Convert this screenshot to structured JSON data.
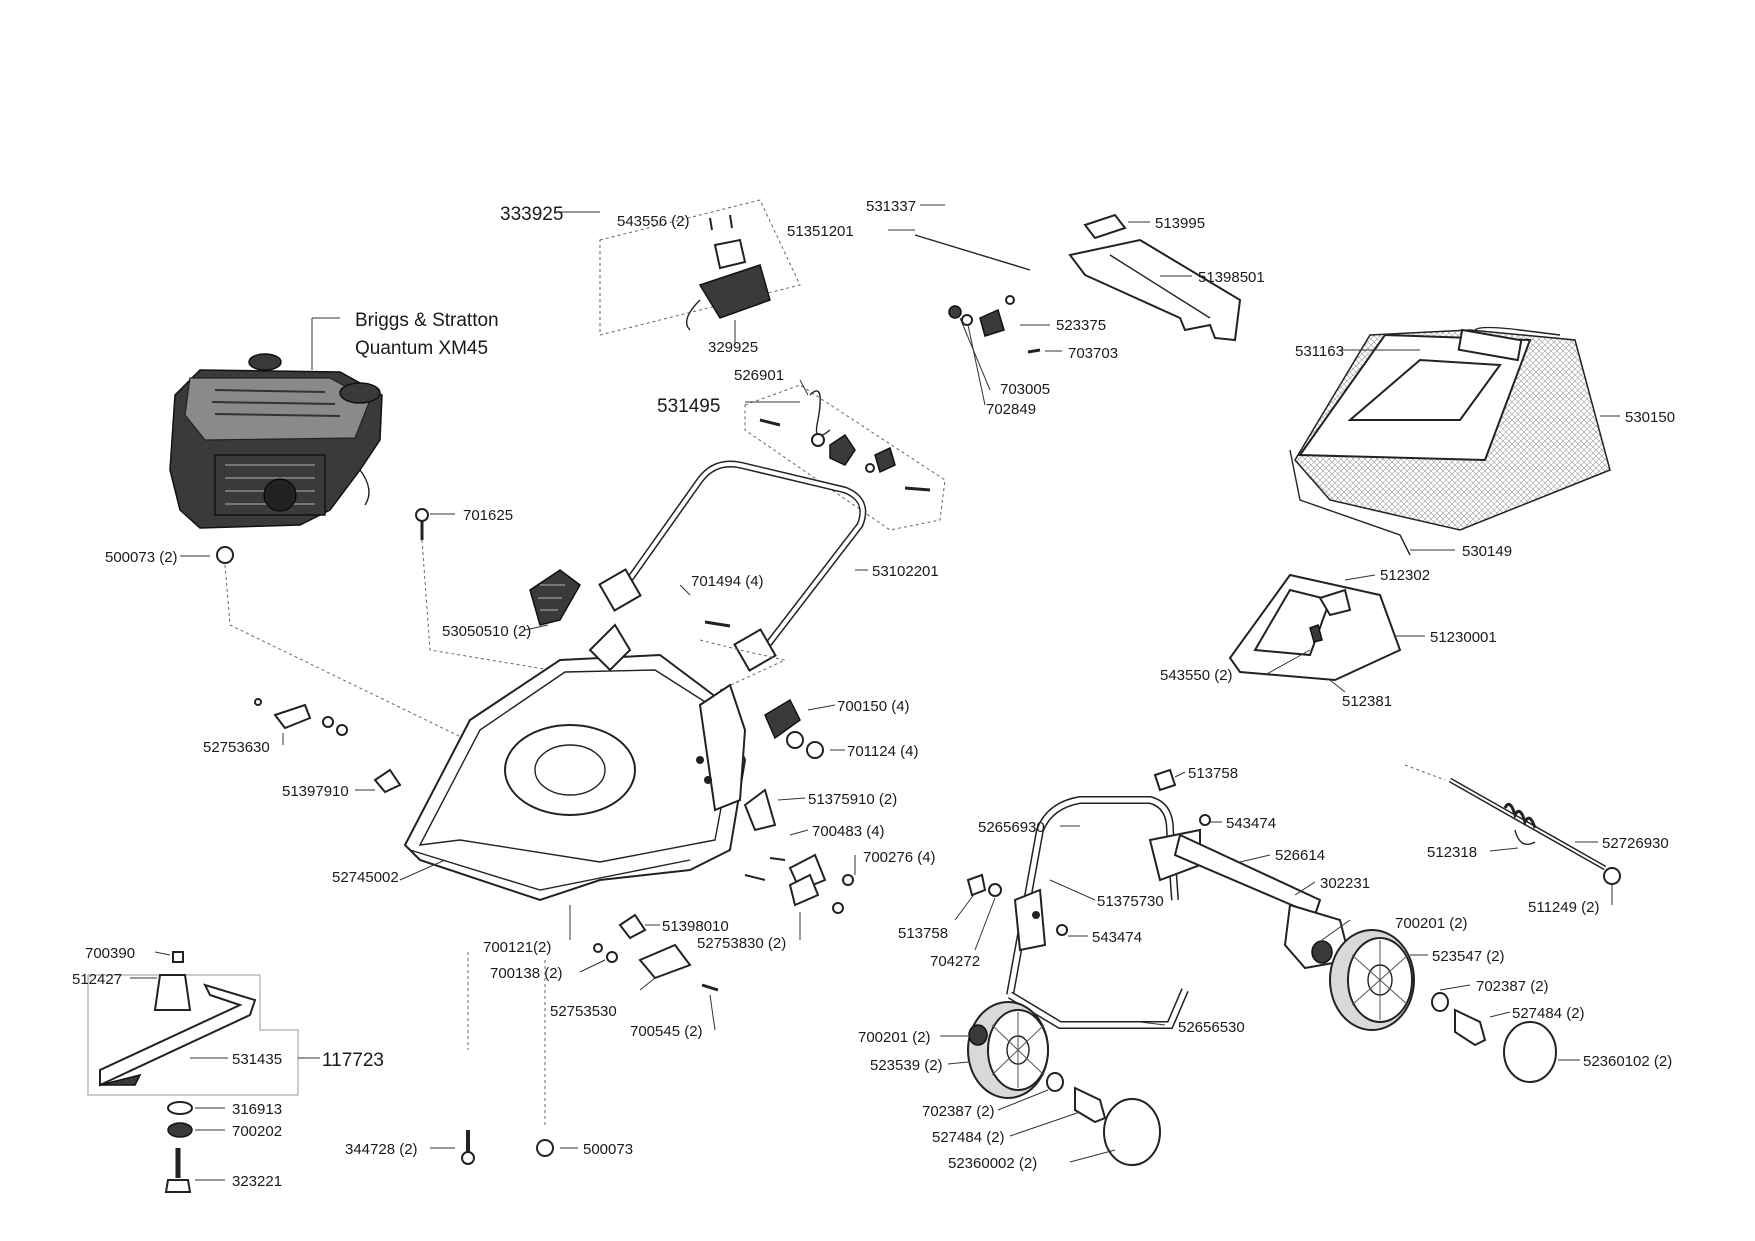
{
  "engine": {
    "line1": "Briggs & Stratton",
    "line2": "Quantum XM45"
  },
  "labels": {
    "l333925": "333925",
    "l543556": "543556 (2)",
    "l329925": "329925",
    "l531337": "531337",
    "l51351201": "51351201",
    "l513995": "513995",
    "l51398501": "51398501",
    "l523375": "523375",
    "l703703": "703703",
    "l703005": "703005",
    "l702849": "702849",
    "l526901": "526901",
    "l531495": "531495",
    "l531163": "531163",
    "l530150": "530150",
    "l530149": "530149",
    "l701625": "701625",
    "l500073a": "500073 (2)",
    "l53102201": "53102201",
    "l701494": "701494 (4)",
    "l53050510": "53050510 (2)",
    "l512302": "512302",
    "l51230001": "51230001",
    "l543550": "543550 (2)",
    "l512381": "512381",
    "l700150": "700150 (4)",
    "l701124": "701124 (4)",
    "l52753630": "52753630",
    "l51397910": "51397910",
    "l51375910": "51375910 (2)",
    "l700483": "700483 (4)",
    "l700276": "700276 (4)",
    "l52745002": "52745002",
    "l52753830": "52753830 (2)",
    "l51398010": "51398010",
    "l700121": "700121(2)",
    "l700138": "700138 (2)",
    "l52753530": "52753530",
    "l700545": "700545 (2)",
    "l700390": "700390",
    "l512427": "512427",
    "l531435": "531435",
    "l117723": "117723",
    "l316913": "316913",
    "l700202": "700202",
    "l323221": "323221",
    "l344728": "344728 (2)",
    "l500073b": "500073",
    "l513758a": "513758",
    "l543474a": "543474",
    "l52656930": "52656930",
    "l526614": "526614",
    "l302231": "302231",
    "l51375730": "51375730",
    "l513758b": "513758",
    "l543474b": "543474",
    "l704272": "704272",
    "l52656530": "52656530",
    "l512318": "512318",
    "l52726930": "52726930",
    "l511249": "511249 (2)",
    "l700201a": "700201 (2)",
    "l523547": "523547 (2)",
    "l702387a": "702387 (2)",
    "l527484a": "527484 (2)",
    "l52360102": "52360102 (2)",
    "l700201b": "700201 (2)",
    "l523539": "523539 (2)",
    "l702387b": "702387 (2)",
    "l527484b": "527484 (2)",
    "l52360002": "52360002 (2)"
  }
}
